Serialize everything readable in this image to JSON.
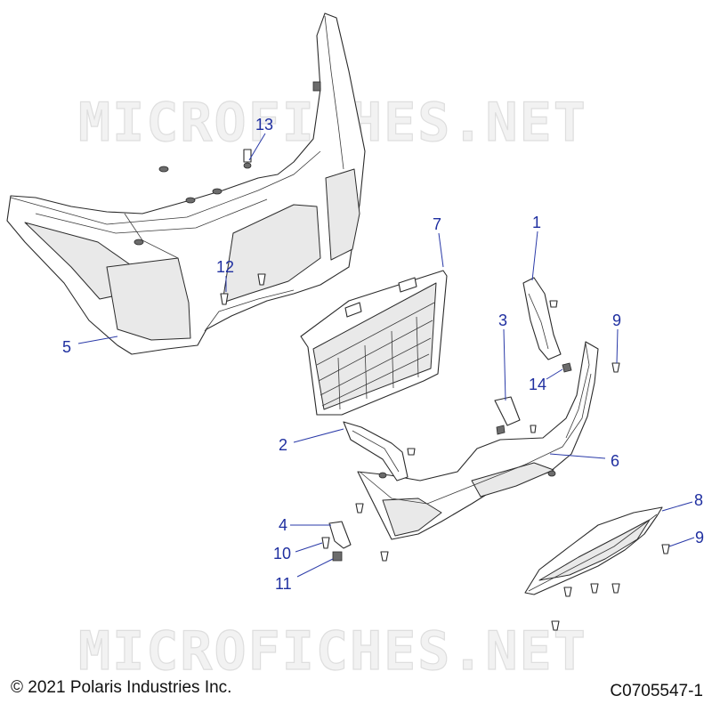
{
  "watermark": "MICROFICHES.NET",
  "copyright": "© 2021 Polaris Industries Inc.",
  "figure_id": "C0705547-1",
  "callouts": {
    "c1": "1",
    "c2": "2",
    "c3": "3",
    "c4": "4",
    "c5": "5",
    "c6": "6",
    "c7": "7",
    "c8": "8",
    "c9a": "9",
    "c9b": "9",
    "c10": "10",
    "c11": "11",
    "c12": "12",
    "c13": "13",
    "c14": "14"
  },
  "colors": {
    "callout": "#1f2fa0",
    "line_art": "#2b2b2b"
  }
}
